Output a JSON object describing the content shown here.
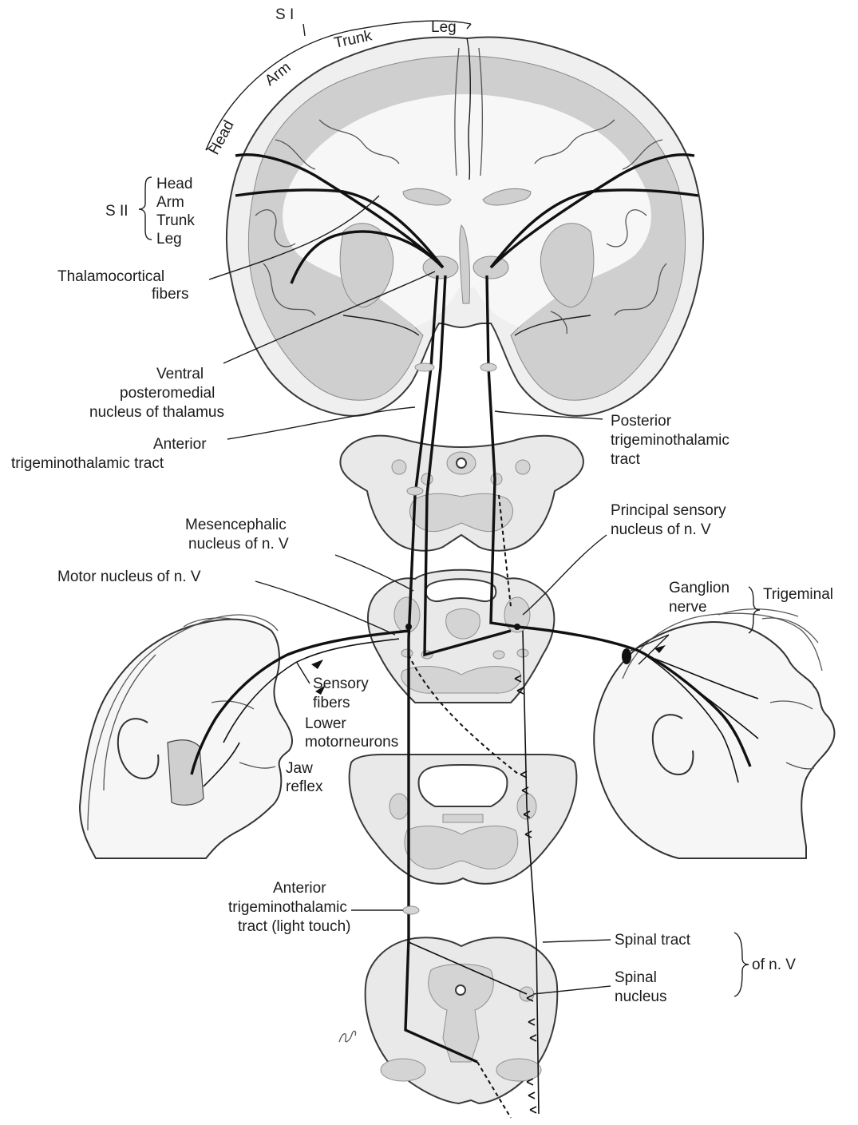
{
  "labels": {
    "s1": "S I",
    "s1_head": "Head",
    "s1_arm": "Arm",
    "s1_trunk": "Trunk",
    "s1_leg": "Leg",
    "s2": "S II",
    "s2_head": "Head",
    "s2_arm": "Arm",
    "s2_trunk": "Trunk",
    "s2_leg": "Leg",
    "thalamocortical_1": "Thalamocortical",
    "thalamocortical_2": "fibers",
    "vpm_1": "Ventral",
    "vpm_2": "posteromedial",
    "vpm_3": "nucleus of thalamus",
    "ant_tract_1": "Anterior",
    "ant_tract_2": "trigeminothalamic tract",
    "post_tract_1": "Posterior",
    "post_tract_2": "trigeminothalamic",
    "post_tract_3": "tract",
    "mesen_1": "Mesencephalic",
    "mesen_2": "nucleus of n. V",
    "principal_1": "Principal sensory",
    "principal_2": "nucleus of n. V",
    "motor_nucleus": "Motor nucleus of n. V",
    "ganglion": "Ganglion",
    "nerve": "nerve",
    "trigeminal": "Trigeminal",
    "sensory_1": "Sensory",
    "sensory_2": "fibers",
    "lower_1": "Lower",
    "lower_2": "motorneurons",
    "jaw_1": "Jaw",
    "jaw_2": "reflex",
    "ant_light_1": "Anterior",
    "ant_light_2": "trigeminothalamic",
    "ant_light_3": "tract (light touch)",
    "spinal_tract": "Spinal tract",
    "spinal_nucleus_1": "Spinal",
    "spinal_nucleus_2": "nucleus",
    "of_n_v": "of n. V"
  },
  "icons": [
    "brain-coronal-section",
    "midbrain-section",
    "pons-section",
    "medulla-section",
    "cervical-cord-section",
    "face-left-profile",
    "face-right-profile",
    "trigeminal-ganglion-icon",
    "artist-signature"
  ]
}
